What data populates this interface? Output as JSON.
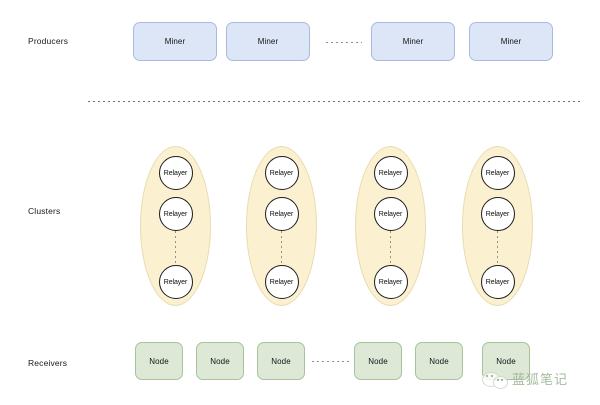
{
  "diagram": {
    "rows": {
      "producers": {
        "label": "Producers"
      },
      "clusters": {
        "label": "Clusters"
      },
      "receivers": {
        "label": "Receivers"
      }
    },
    "producers": {
      "nodes": [
        {
          "label": "Miner"
        },
        {
          "label": "Miner"
        },
        {
          "label": "Miner"
        },
        {
          "label": "Miner"
        }
      ],
      "ellipsis_after_index": 1
    },
    "clusters": {
      "count": 4,
      "members": [
        {
          "label": "Relayer"
        },
        {
          "label": "Relayer"
        },
        {
          "label": "Relayer"
        }
      ],
      "vertical_ellipsis_between": [
        1,
        2
      ]
    },
    "receivers": {
      "nodes": [
        {
          "label": "Node"
        },
        {
          "label": "Node"
        },
        {
          "label": "Node"
        },
        {
          "label": "Node"
        },
        {
          "label": "Node"
        },
        {
          "label": "Node"
        }
      ],
      "ellipsis_after_index": 2
    },
    "divider": {
      "style": "dotted"
    },
    "watermark": {
      "text": "蓝狐笔记",
      "icon": "wechat-icon"
    },
    "colors": {
      "miner_fill": "#dde6f7",
      "miner_stroke": "#a8bbdf",
      "cluster_fill": "#fbf0d0",
      "cluster_stroke": "#e8dcb0",
      "relayer_fill": "#ffffff",
      "relayer_stroke": "#1c1c1c",
      "node_fill": "#dde8d6",
      "node_stroke": "#a8c39a",
      "watermark_text": "#93ad89",
      "background": "#ffffff"
    }
  }
}
